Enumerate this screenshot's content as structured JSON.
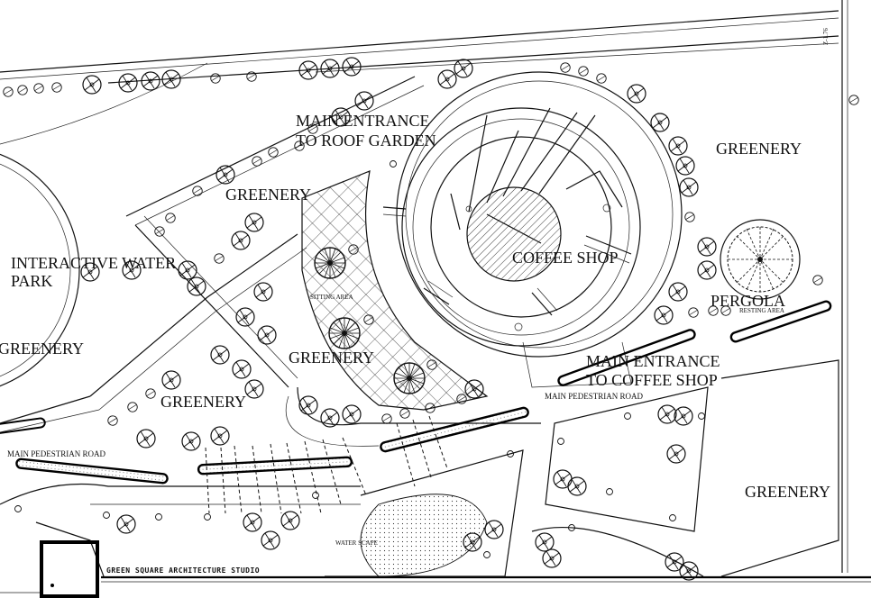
{
  "labels": {
    "main_entrance_roof": [
      "MAIN ENTRANCE",
      "TO ROOF GARDEN"
    ],
    "greenery_top_right": "GREENERY",
    "greenery_upper_mid": "GREENERY",
    "interactive_water_park": [
      "INTERACTIVE WATER",
      "PARK"
    ],
    "coffee_shop": "COFFEE SHOP",
    "pergola": "PERGOLA",
    "resting_area": "RESTING AREA",
    "sitting_area": "SITTING AREA",
    "greenery_left": "GREENERY",
    "greenery_center": "GREENERY",
    "main_entrance_coffee": [
      "MAIN ENTRANCE",
      "TO COFFEE SHOP"
    ],
    "main_pedestrian_road_right": "MAIN PEDESTRIAN ROAD",
    "greenery_lower_left": "GREENERY",
    "main_pedestrian_road_left": "MAIN PEDESTRIAN ROAD",
    "greenery_bottom_right": "GREENERY",
    "water_scape": "WATER SCAPE",
    "studio_name": "GREEN SQUARE ARCHITECTURE STUDIO",
    "sheet_code": "Z-1.76"
  },
  "colors": {
    "ink": "#111111",
    "paper": "#ffffff"
  }
}
